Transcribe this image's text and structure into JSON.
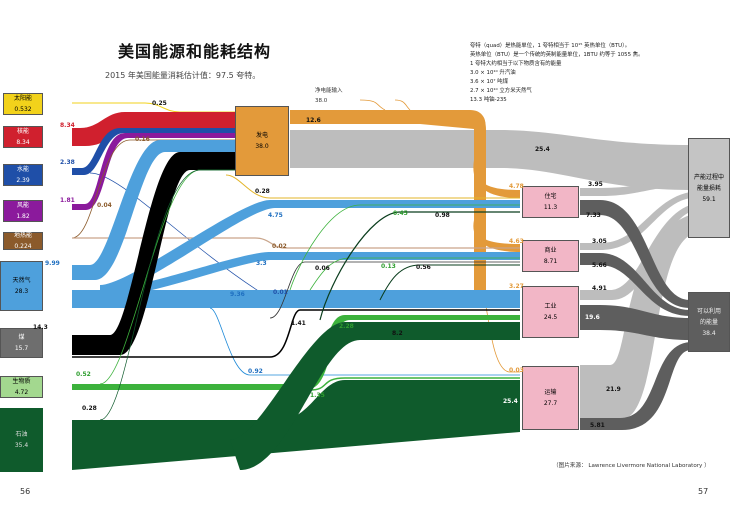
{
  "page": {
    "title": "美国能源和能耗结构",
    "subtitle": "2015 年美国能量消耗估计值：97.5 夸特。",
    "page_left": "56",
    "page_right": "57",
    "source": "（图片来源： Lawrence Livermore National Laboratory ）",
    "notes": [
      "夸特（quad）是热能单位，1 夸特相当于 10¹⁵ 英热单位（BTU）。",
      "英热单位（BTU）是一个传统的英制能量单位，1BTU 约等于 1055 焦。",
      "1 夸特大约相当于以下物质含有的能量",
      "3.0 × 10¹⁰ 升汽油",
      "3.6 × 10⁷ 吨煤",
      "2.7 × 10¹⁰ 立方米天然气",
      "13.3 吨铀-235"
    ]
  },
  "colors": {
    "solar": "#f2d21b",
    "nuclear": "#d0202e",
    "hydro": "#1f4fa8",
    "wind": "#8b1a9c",
    "geothermal": "#8b5a2b",
    "natural_gas": "#4ea0dc",
    "coal": "#000000",
    "coal_box": "#6e6e6e",
    "biomass": "#3cb23c",
    "biomass_box": "#a3d88f",
    "petroleum": "#0f5b2c",
    "electricity": "#e39a3a",
    "sector_box": "#f2b6c6",
    "rejected": "#bdbdbd",
    "services": "#5e5e5e"
  },
  "sources": [
    {
      "key": "solar",
      "label": "太阳能",
      "value": "0.532"
    },
    {
      "key": "nuclear",
      "label": "核能",
      "value": "8.34"
    },
    {
      "key": "hydro",
      "label": "水能",
      "value": "2.39"
    },
    {
      "key": "wind",
      "label": "风能",
      "value": "1.82"
    },
    {
      "key": "geothermal",
      "label": "地热能",
      "value": "0.224"
    },
    {
      "key": "natural_gas",
      "label": "天然气",
      "value": "28.3"
    },
    {
      "key": "coal",
      "label": "煤",
      "value": "15.7"
    },
    {
      "key": "biomass",
      "label": "生物质",
      "value": "4.72"
    },
    {
      "key": "petroleum",
      "label": "石油",
      "value": "35.4"
    }
  ],
  "generation": {
    "label": "发电",
    "value": "38.0"
  },
  "net_import": {
    "label": "净电能输入",
    "value": "38.0"
  },
  "sectors": [
    {
      "key": "residential",
      "label": "住宅",
      "value": "11.3"
    },
    {
      "key": "commercial",
      "label": "商业",
      "value": "8.71"
    },
    {
      "key": "industrial",
      "label": "工业",
      "value": "24.5"
    },
    {
      "key": "transport",
      "label": "运输",
      "value": "27.7"
    }
  ],
  "sinks": {
    "rejected": {
      "label_lines": [
        "产能过程中",
        "能量损耗"
      ],
      "value": "59.1"
    },
    "services": {
      "label_lines": [
        "可以利用",
        "的能量"
      ],
      "value": "38.4"
    }
  },
  "flow_labels": [
    {
      "id": "solar-to-gen",
      "text": "0.25",
      "color": "#111"
    },
    {
      "id": "nuclear-to-gen",
      "text": "8.34",
      "color": "#d0202e"
    },
    {
      "id": "hydro-to-gen",
      "text": "2.38",
      "color": "#1f4fa8"
    },
    {
      "id": "wind-to-gen",
      "text": "1.81",
      "color": "#8b1a9c"
    },
    {
      "id": "geo-to-gen",
      "text": "0.16",
      "color": "#8b5a2b"
    },
    {
      "id": "geo-to-res",
      "text": "0.04",
      "color": "#8b5a2b"
    },
    {
      "id": "gen-to-sectors",
      "text": "12.6",
      "color": "#111"
    },
    {
      "id": "gen-rejected",
      "text": "25.4",
      "color": "#111"
    },
    {
      "id": "solar-to-res",
      "text": "0.28",
      "color": "#111"
    },
    {
      "id": "gas-to-res",
      "text": "4.75",
      "color": "#1f6fc0"
    },
    {
      "id": "geo-to-com",
      "text": "0.02",
      "color": "#8b5a2b"
    },
    {
      "id": "gas-to-com",
      "text": "3.3",
      "color": "#1f6fc0"
    },
    {
      "id": "gas-to-gen",
      "text": "9.99",
      "color": "#1f6fc0"
    },
    {
      "id": "gas-to-ind",
      "text": "9.36",
      "color": "#1f6fc0"
    },
    {
      "id": "hydro-to-ind",
      "text": "0.01",
      "color": "#1f4fa8"
    },
    {
      "id": "coal-to-com",
      "text": "0.06",
      "color": "#111"
    },
    {
      "id": "bio-to-res",
      "text": "0.45",
      "color": "#2f9e2f"
    },
    {
      "id": "bio-to-com",
      "text": "0.13",
      "color": "#2f9e2f"
    },
    {
      "id": "pet-to-res",
      "text": "0.98",
      "color": "#111"
    },
    {
      "id": "pet-to-com",
      "text": "0.56",
      "color": "#111"
    },
    {
      "id": "coal-to-gen",
      "text": "14.3",
      "color": "#111"
    },
    {
      "id": "coal-to-ind",
      "text": "1.41",
      "color": "#111"
    },
    {
      "id": "bio-to-ind",
      "text": "2.28",
      "color": "#2f9e2f"
    },
    {
      "id": "pet-to-ind",
      "text": "8.2",
      "color": "#111"
    },
    {
      "id": "bio-to-gen",
      "text": "0.52",
      "color": "#2f9e2f"
    },
    {
      "id": "gas-to-trans",
      "text": "0.92",
      "color": "#1f6fc0"
    },
    {
      "id": "bio-to-trans",
      "text": "1.35",
      "color": "#2f9e2f"
    },
    {
      "id": "pet-to-gen",
      "text": "0.28",
      "color": "#111"
    },
    {
      "id": "gen-to-res",
      "text": "4.78",
      "color": "#e39a3a"
    },
    {
      "id": "gen-to-com",
      "text": "4.63",
      "color": "#e39a3a"
    },
    {
      "id": "gen-to-ind",
      "text": "3.27",
      "color": "#e39a3a"
    },
    {
      "id": "gen-to-trans",
      "text": "0.03",
      "color": "#e39a3a"
    },
    {
      "id": "pet-to-trans",
      "text": "25.4",
      "color": "#ffffff"
    },
    {
      "id": "res-rejected",
      "text": "3.95",
      "color": "#111"
    },
    {
      "id": "res-services",
      "text": "7.33",
      "color": "#111"
    },
    {
      "id": "com-rejected",
      "text": "3.05",
      "color": "#111"
    },
    {
      "id": "com-services",
      "text": "5.66",
      "color": "#111"
    },
    {
      "id": "ind-rejected",
      "text": "4.91",
      "color": "#111"
    },
    {
      "id": "ind-services",
      "text": "19.6",
      "color": "#ffffff"
    },
    {
      "id": "trans-rejected",
      "text": "21.9",
      "color": "#111"
    },
    {
      "id": "trans-services",
      "text": "5.81",
      "color": "#111"
    }
  ]
}
